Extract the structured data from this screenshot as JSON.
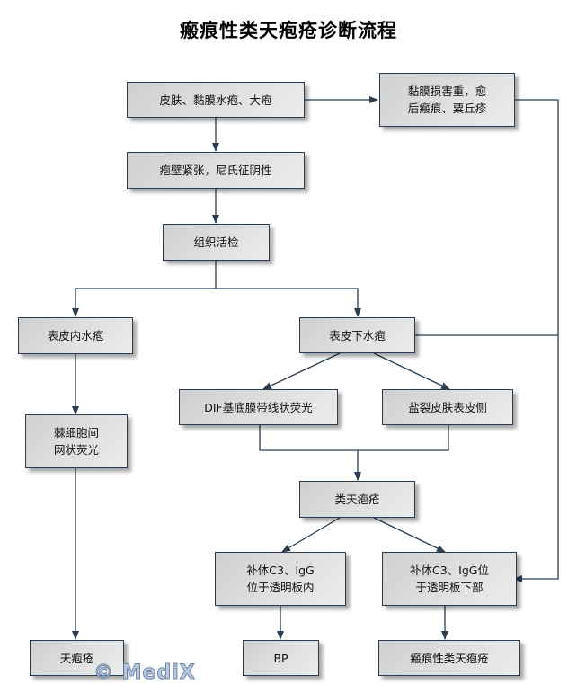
{
  "title": "瘢痕性类天疱疮诊断流程",
  "nodes": {
    "n1": "皮肤、黏膜水疱、大疱",
    "n2": "黏膜损害重，愈\n后瘢痕、粟丘疹",
    "n3": "疱壁紧张，尼氏征阴性",
    "n4": "组织活检",
    "n5": "表皮内水疱",
    "n6": "表皮下水疱",
    "n7": "棘细胞间\n网状荧光",
    "n8": "DIF基底膜带线状荧光",
    "n9": "盐裂皮肤表皮侧",
    "n10": "类天疱疮",
    "n11": "补体C3、IgG\n位于透明板内",
    "n12": "补体C3、IgG位\n于透明板下部",
    "n13": "天疱疮",
    "n14": "BP",
    "n15": "瘢痕性类天疱疮"
  },
  "watermark": "© MediX",
  "colors": {
    "line": "#2b3d52",
    "box_border": "#2b3d52"
  }
}
